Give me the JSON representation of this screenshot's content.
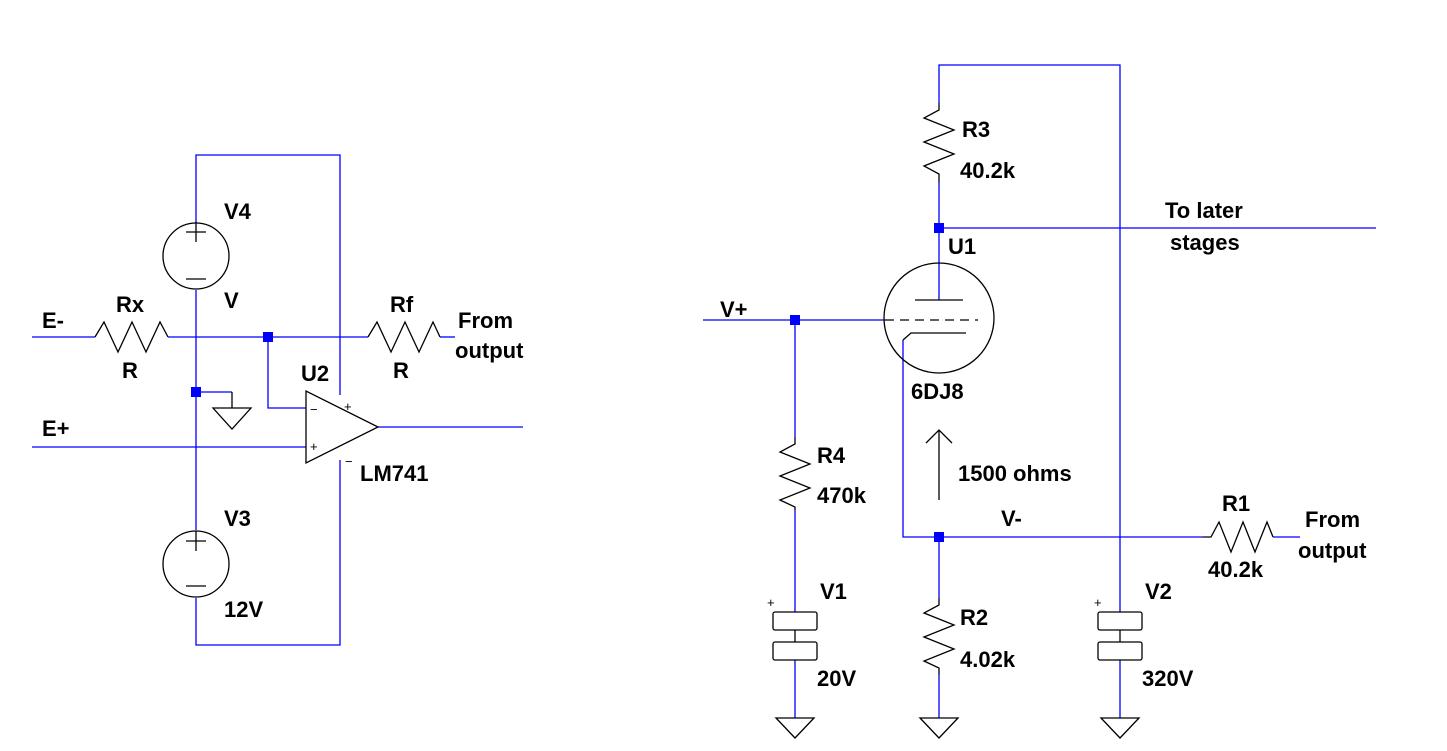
{
  "colors": {
    "wire": "#0000ff",
    "symbol": "#000000",
    "background": "#ffffff"
  },
  "left_circuit": {
    "rx": {
      "ref": "Rx",
      "value": "R"
    },
    "rf": {
      "ref": "Rf",
      "value": "R"
    },
    "v4": {
      "ref": "V4",
      "value": "V"
    },
    "v3": {
      "ref": "V3",
      "value": "12V"
    },
    "u2": {
      "ref": "U2",
      "model": "LM741"
    },
    "net_e_minus": "E-",
    "net_e_plus": "E+",
    "from_output": [
      "From",
      "output"
    ]
  },
  "right_circuit": {
    "r3": {
      "ref": "R3",
      "value": "40.2k"
    },
    "r4": {
      "ref": "R4",
      "value": "470k"
    },
    "r2": {
      "ref": "R2",
      "value": "4.02k"
    },
    "r1": {
      "ref": "R1",
      "value": "40.2k"
    },
    "v1": {
      "ref": "V1",
      "value": "20V"
    },
    "v2": {
      "ref": "V2",
      "value": "320V"
    },
    "u1": {
      "ref": "U1",
      "model": "6DJ8"
    },
    "net_v_plus": "V+",
    "net_v_minus": "V-",
    "to_later": [
      "To later",
      "stages"
    ],
    "annotation": "1500 ohms",
    "from_output": [
      "From",
      "output"
    ]
  },
  "pin_marks": {
    "plus": "+",
    "minus": "−"
  }
}
